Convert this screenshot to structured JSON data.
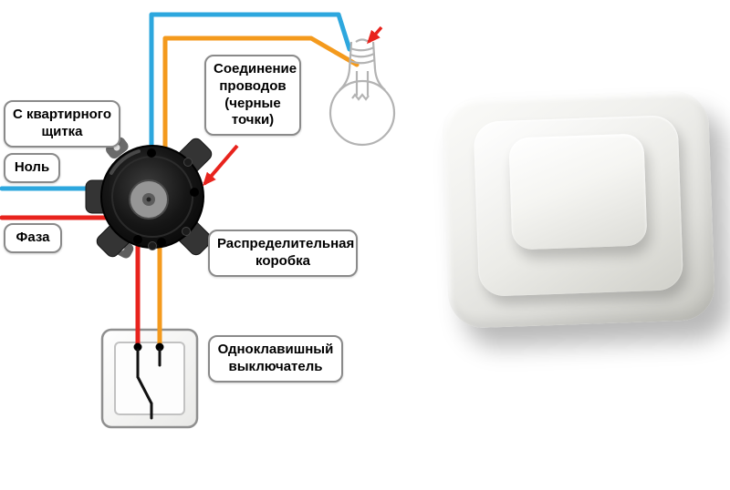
{
  "labels": {
    "panel": "С квартирного\nщитка",
    "neutral": "Ноль",
    "phase": "Фаза",
    "connection": "Соединение\nпроводов\n(черные\nточки)",
    "junction_box": "Распределительная\nкоробка",
    "switch": "Одноклавишный\nвыключатель"
  },
  "colors": {
    "neutral_wire": "#2da7de",
    "phase_wire": "#e8231d",
    "switched_wire": "#f49a1d",
    "arrow": "#e8231d",
    "bulb_outline": "#b3b3b3",
    "label_border": "#8a8a8a"
  }
}
